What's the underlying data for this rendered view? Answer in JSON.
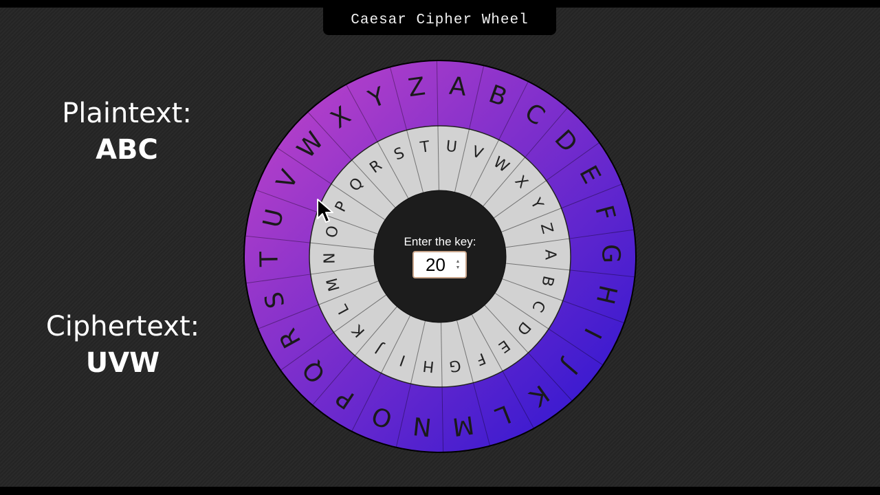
{
  "app": {
    "title": "Caesar Cipher Wheel"
  },
  "plaintext": {
    "label": "Plaintext:",
    "value": "ABC"
  },
  "ciphertext": {
    "label": "Ciphertext:",
    "value": "UVW"
  },
  "key": {
    "label": "Enter the key:",
    "value": "20"
  },
  "outer_ring": {
    "letters": [
      "A",
      "B",
      "C",
      "D",
      "E",
      "F",
      "G",
      "H",
      "I",
      "J",
      "K",
      "L",
      "M",
      "N",
      "O",
      "P",
      "Q",
      "R",
      "S",
      "T",
      "U",
      "V",
      "W",
      "X",
      "Y",
      "Z"
    ],
    "color_start": "#b23fc9",
    "color_end": "#3a1ad0"
  },
  "inner_ring": {
    "letters": [
      "A",
      "B",
      "C",
      "D",
      "E",
      "F",
      "G",
      "H",
      "I",
      "J",
      "K",
      "L",
      "M",
      "N",
      "O",
      "P",
      "Q",
      "R",
      "S",
      "T",
      "U",
      "V",
      "W",
      "X",
      "Y",
      "Z"
    ],
    "color": "#d2d2d2"
  },
  "icons": {
    "cursor": "mouse-pointer-icon",
    "spinner_up": "chevron-up-icon",
    "spinner_down": "chevron-down-icon"
  }
}
